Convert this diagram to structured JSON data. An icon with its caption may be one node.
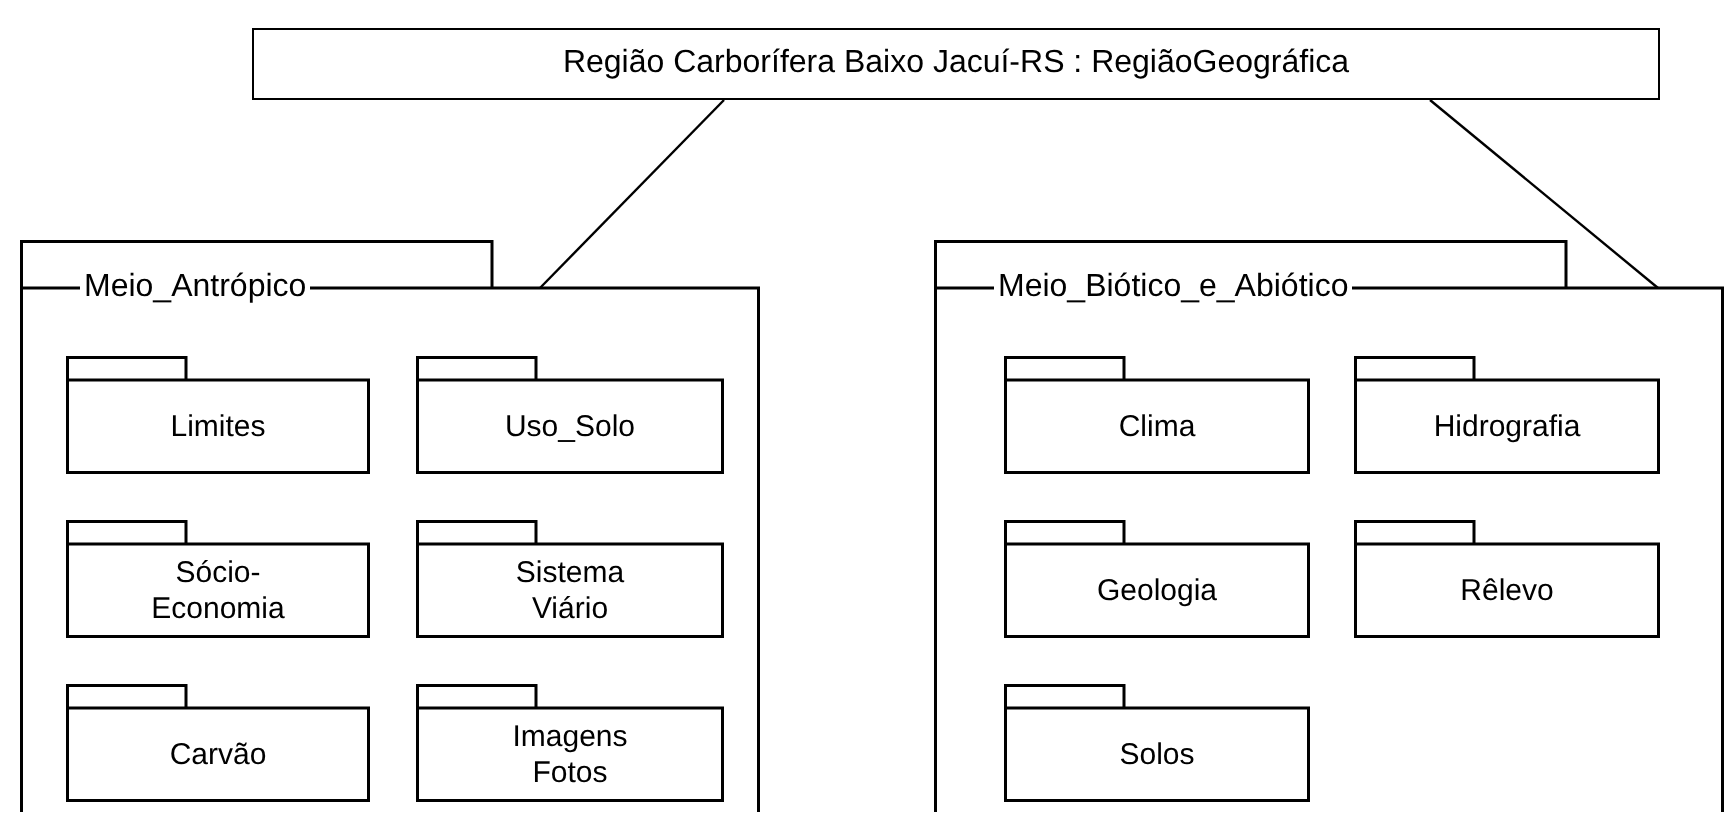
{
  "diagram": {
    "nodes": [
      {
        "text": [
          "Região Carborífera Baixo Jacuí-RS : RegiãoGeográfica"
        ]
      },
      {
        "text": [
          "Meio_Antrópico"
        ]
      },
      {
        "text": [
          "Limites"
        ],
        "in": 1
      },
      {
        "text": [
          "Uso_Solo"
        ],
        "in": 1
      },
      {
        "text": [
          "Sócio-Economia"
        ],
        "in": 1
      },
      {
        "text": [
          "Sistema Viário"
        ],
        "in": 1
      },
      {
        "text": [
          "Carvão"
        ],
        "in": 1
      },
      {
        "text": [
          "Imagens Fotos"
        ],
        "in": 1
      },
      {
        "text": [
          "Meio_Biótico_e_Abiótico"
        ]
      },
      {
        "text": [
          "Clima"
        ],
        "in": 8
      },
      {
        "text": [
          "Hidrografia"
        ],
        "in": 8
      },
      {
        "text": [
          "Geologia"
        ],
        "in": 8
      },
      {
        "text": [
          "Rêlevo"
        ],
        "in": 8
      },
      {
        "text": [
          "Solos"
        ],
        "in": 8
      }
    ],
    "edges": [
      {
        "from": 0,
        "to": 1,
        "arrow": "none"
      },
      {
        "from": 0,
        "to": 8,
        "arrow": "none"
      }
    ]
  }
}
